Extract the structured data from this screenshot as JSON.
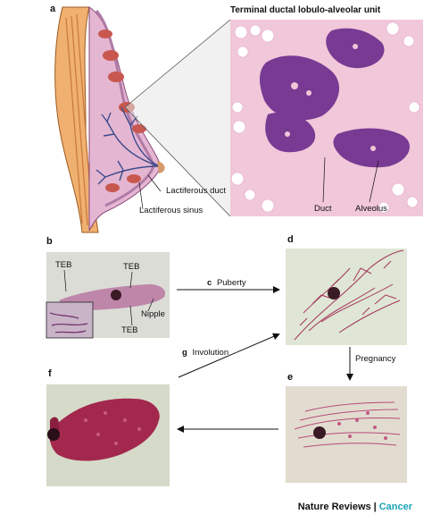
{
  "panels": {
    "a": {
      "letter": "a",
      "title": "Terminal ductal lobulo-alveolar unit",
      "labels": {
        "lactiferous_duct": "Lactiferous duct",
        "lactiferous_sinus": "Lactiferous sinus",
        "duct": "Duct",
        "alveolus": "Alveolus"
      }
    },
    "b": {
      "letter": "b",
      "labels": {
        "teb_left": "TEB",
        "teb_top": "TEB",
        "teb_bottom": "TEB",
        "nipple": "Nipple"
      }
    },
    "c": {
      "letter": "c",
      "label": "Puberty"
    },
    "d": {
      "letter": "d"
    },
    "e": {
      "letter": "e"
    },
    "f": {
      "letter": "f"
    },
    "g": {
      "letter": "g",
      "label": "Involution"
    },
    "pregnancy_label": "Pregnancy"
  },
  "footer": {
    "journal": "Nature Reviews",
    "separator": "|",
    "section": "Cancer"
  },
  "colors": {
    "skin_orange": "#e8a25a",
    "tissue_pink": "#d9a6c9",
    "lobule_red": "#c0504d",
    "duct_blue": "#3c4a8c",
    "histology_bg": "#f2c8dc",
    "histology_cell": "#6a2a8a",
    "whole_mount_bg": "#dfe3d3",
    "whole_mount_stain": "#a3345a",
    "accent": "#1aa3b8"
  }
}
